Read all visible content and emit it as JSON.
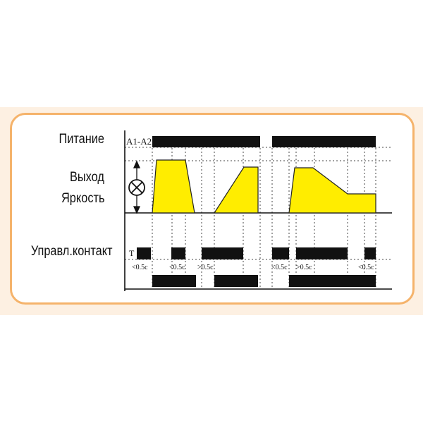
{
  "labels": {
    "power": "Питание",
    "output": "Выход",
    "brightness": "Яркость",
    "control_contact": "Управл.контакт"
  },
  "diagram": {
    "terminal_label": "A1-A2",
    "control_marker": "T",
    "pulse_annotations": [
      "<0.5с",
      "<0.5с",
      ">0.5с",
      "<0.5с",
      ">0.5с",
      "<0.5с"
    ]
  },
  "colors": {
    "frame_border": "#f5b36b",
    "band_background": "#fdf0e2",
    "brightness_fill": "#ffed00",
    "signal_bar": "#111111"
  },
  "icons": [
    "lamp-icon",
    "double-arrow-icon"
  ]
}
